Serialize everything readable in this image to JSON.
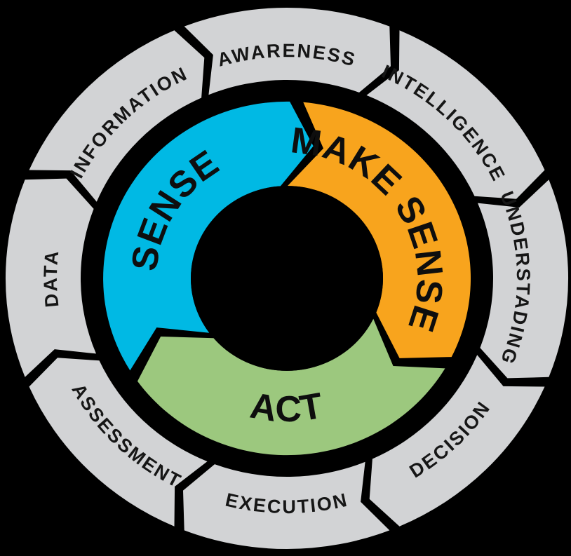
{
  "background": "#000000",
  "diagram": {
    "type": "cycle-diagram",
    "hub_color": "#000000",
    "outer_ring": {
      "fill": "#D2D3D5",
      "label_color": "#161616",
      "direction": "clockwise",
      "segments": [
        {
          "label": "AWARENESS"
        },
        {
          "label": "INTELLIGENCE"
        },
        {
          "label": "UNDERSTADING"
        },
        {
          "label": "DECISION"
        },
        {
          "label": "EXECUTION"
        },
        {
          "label": "ASSESSMENT"
        },
        {
          "label": "DATA"
        },
        {
          "label": "INFORMATION"
        }
      ]
    },
    "inner_ring": {
      "label_color": "#0E0E0E",
      "direction": "clockwise",
      "segments": [
        {
          "label": "SENSE",
          "fill": "#00B9E4"
        },
        {
          "label": "MAKE SENSE",
          "fill": "#F8A41D"
        },
        {
          "label": "ACT",
          "fill": "#9CC87E"
        }
      ]
    }
  }
}
